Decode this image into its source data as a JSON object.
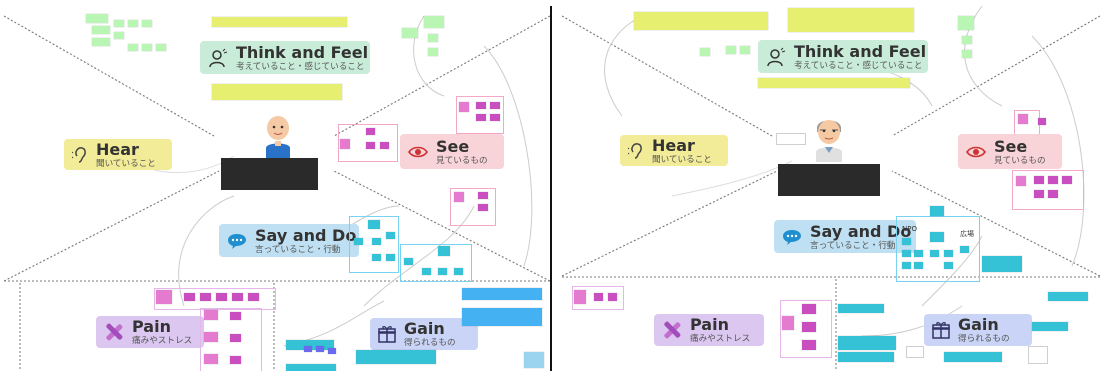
{
  "panels": [
    {
      "id": "left",
      "sections": {
        "think": {
          "title": "Think and Feel",
          "subtitle": "考えていること・感じていること"
        },
        "hear": {
          "title": "Hear",
          "subtitle": "聞いていること"
        },
        "see": {
          "title": "See",
          "subtitle": "見ているもの"
        },
        "say": {
          "title": "Say and Do",
          "subtitle": "言っていること・行動"
        },
        "pain": {
          "title": "Pain",
          "subtitle": "痛みやストレス"
        },
        "gain": {
          "title": "Gain",
          "subtitle": "得られるもの"
        }
      }
    },
    {
      "id": "right",
      "sections": {
        "think": {
          "title": "Think and Feel",
          "subtitle": "考えていること・感じていること"
        },
        "hear": {
          "title": "Hear",
          "subtitle": "聞いていること"
        },
        "see": {
          "title": "See",
          "subtitle": "見ているもの"
        },
        "say": {
          "title": "Say and Do",
          "subtitle": "言っていること・行動"
        },
        "pain": {
          "title": "Pain",
          "subtitle": "痛みやストレス"
        },
        "gain": {
          "title": "Gain",
          "subtitle": "得られるもの"
        }
      },
      "extra_labels": {
        "npo": "NPO",
        "hiroba": "広場"
      }
    }
  ],
  "colors": {
    "think_bg": "#c9ecd9",
    "hear_bg": "#f2eb98",
    "see_bg": "#f8d3d7",
    "say_bg": "#bfe0f2",
    "pain_bg": "#dbc7ef",
    "gain_bg": "#c9d4f6",
    "divider": "#111111",
    "dashes": "#777777"
  },
  "icons": [
    "person-think-icon",
    "ear-icon",
    "eye-icon",
    "speech-bubble-icon",
    "cross-bandage-icon",
    "gift-icon"
  ]
}
